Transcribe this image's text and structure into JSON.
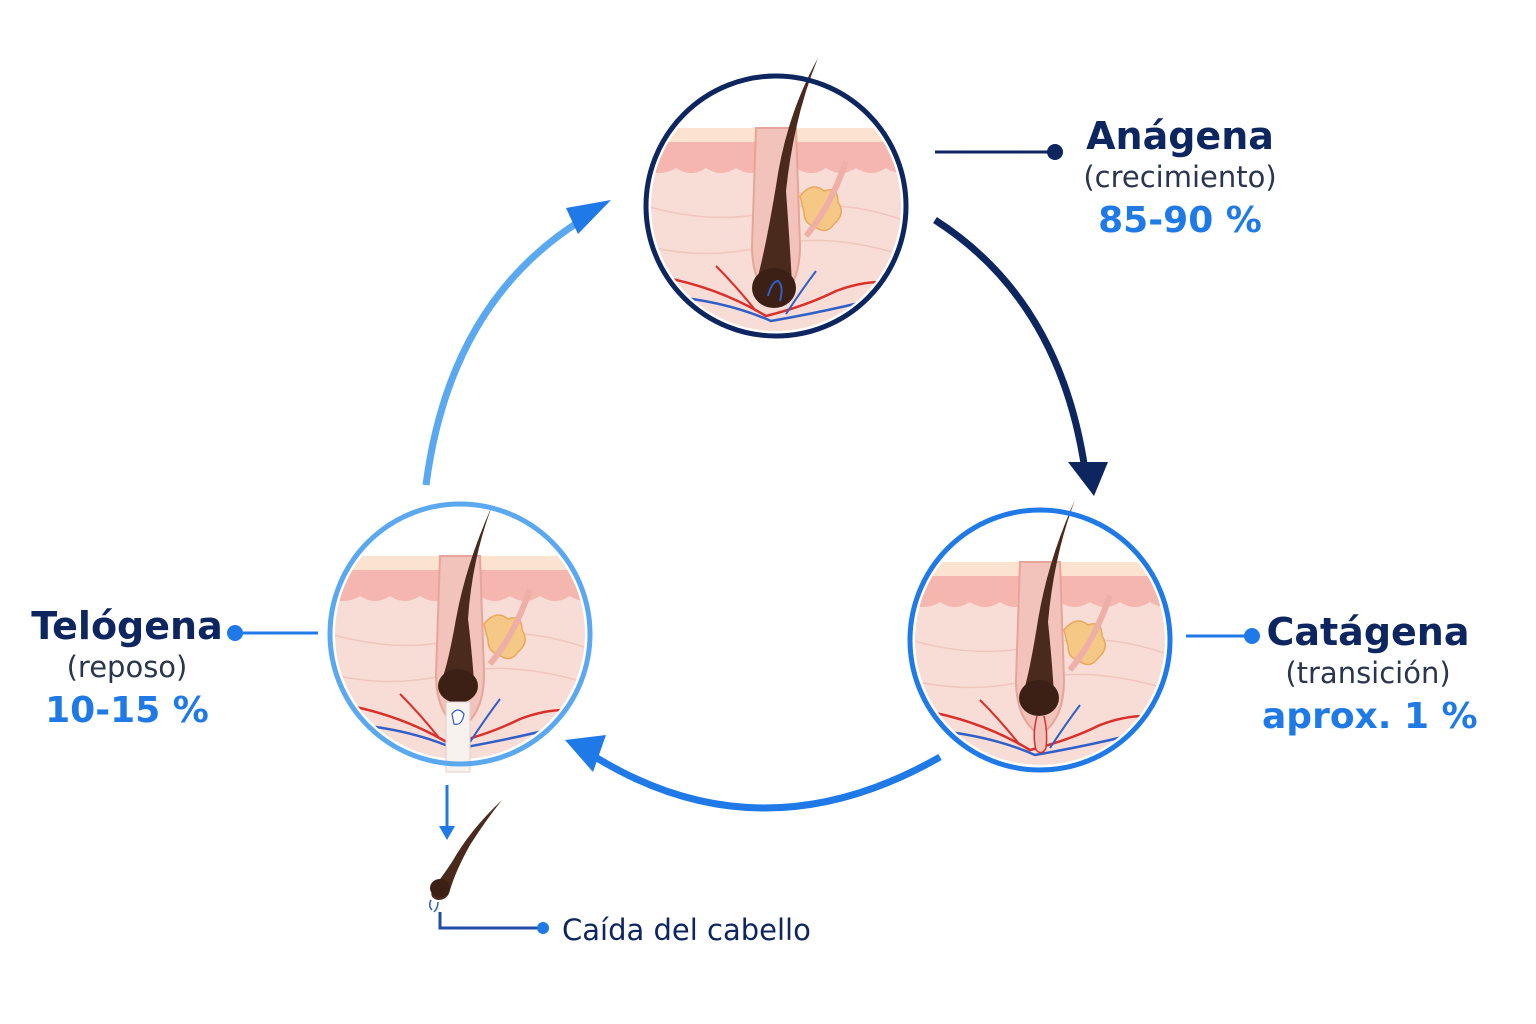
{
  "phases": {
    "anagen": {
      "name": "Anágena",
      "subtitle": "(crecimiento)",
      "percent": "85-90 %",
      "ring_color": "#0d2660"
    },
    "catagen": {
      "name": "Catágena",
      "subtitle": "(transición)",
      "percent": "aprox. 1 %",
      "ring_color": "#1f7ae8"
    },
    "telogen": {
      "name": "Telógena",
      "subtitle": "(reposo)",
      "percent": "10-15 %",
      "ring_color": "#5aa8f0"
    }
  },
  "hair_fall": {
    "label": "Caída del cabello"
  },
  "colors": {
    "dark_navy": "#0d2660",
    "mid_blue": "#1f7ae8",
    "light_blue": "#5aa8f0",
    "skin": "#f7d6d0",
    "epidermis": "#f4b3ae",
    "hair": "#4a2a1c",
    "artery": "#d9302c",
    "vein": "#2f5fc8",
    "gland": "#f3c27a"
  },
  "icons": {
    "anagen_illustration": "hair-follicle-anagen-icon",
    "catagen_illustration": "hair-follicle-catagen-icon",
    "telogen_illustration": "hair-follicle-telogen-icon",
    "shed_hair": "shed-hair-icon"
  }
}
